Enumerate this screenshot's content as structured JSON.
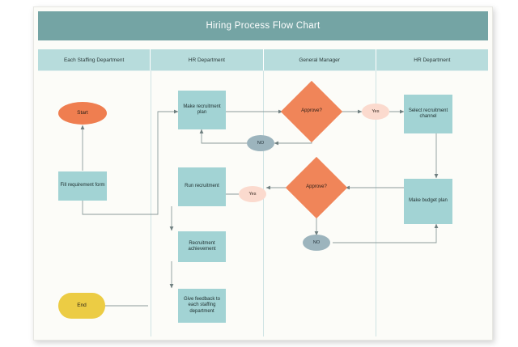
{
  "document": {
    "title": "Hiring Process Flow Chart"
  },
  "colors": {
    "title_bar": "#74a4a4",
    "lane_header": "#b7dcdc",
    "process_fill": "#a2d3d4",
    "decision_fill": "#f08559",
    "start_fill": "#ef7e50",
    "end_fill": "#eccc44",
    "yes_fill": "#fbdace",
    "no_fill": "#9cb4bd",
    "canvas": "#fcfcf8",
    "connector": "#8b9a9a"
  },
  "lanes": [
    {
      "label": "Each Staffing Department"
    },
    {
      "label": "HR Department"
    },
    {
      "label": "General Manager"
    },
    {
      "label": "HR Department"
    }
  ],
  "nodes": {
    "start": {
      "label": "Start",
      "type": "terminator"
    },
    "fill_requirement_form": {
      "label": "Fill requirement form",
      "type": "process"
    },
    "end": {
      "label": "End",
      "type": "terminator"
    },
    "make_recruitment_plan": {
      "label": "Make recruitment plan",
      "type": "process"
    },
    "run_recruitment": {
      "label": "Run recruitment",
      "type": "process"
    },
    "recruitment_achievement": {
      "label": "Recruitment achievement",
      "type": "process"
    },
    "give_feedback": {
      "label": "Give feedback to each staffing department",
      "type": "process"
    },
    "approve_1": {
      "label": "Approve?",
      "type": "decision"
    },
    "approve_2": {
      "label": "Approve?",
      "type": "decision"
    },
    "select_recruitment_channel": {
      "label": "Select recruitment channel",
      "type": "process"
    },
    "make_budget_plan": {
      "label": "Make budget plan",
      "type": "process"
    }
  },
  "edge_labels": {
    "no_1": {
      "label": "NO"
    },
    "yes_1": {
      "label": "Yes"
    },
    "yes_2": {
      "label": "Yes"
    },
    "no_2": {
      "label": "NO"
    }
  },
  "chart_data": {
    "type": "diagram",
    "diagram_kind": "cross-functional-flowchart",
    "title": "Hiring Process Flow Chart",
    "lanes": [
      "Each Staffing Department",
      "HR Department",
      "General Manager",
      "HR Department"
    ],
    "nodes": [
      {
        "id": "start",
        "label": "Start",
        "shape": "oval",
        "lane": "Each Staffing Department"
      },
      {
        "id": "fill_requirement_form",
        "label": "Fill requirement form",
        "shape": "rectangle",
        "lane": "Each Staffing Department"
      },
      {
        "id": "make_recruitment_plan",
        "label": "Make recruitment plan",
        "shape": "rectangle",
        "lane": "HR Department"
      },
      {
        "id": "approve_1",
        "label": "Approve?",
        "shape": "diamond",
        "lane": "General Manager"
      },
      {
        "id": "select_recruitment_channel",
        "label": "Select recruitment channel",
        "shape": "rectangle",
        "lane": "HR Department 2"
      },
      {
        "id": "make_budget_plan",
        "label": "Make budget plan",
        "shape": "rectangle",
        "lane": "HR Department 2"
      },
      {
        "id": "approve_2",
        "label": "Approve?",
        "shape": "diamond",
        "lane": "General Manager"
      },
      {
        "id": "run_recruitment",
        "label": "Run recruitment",
        "shape": "rectangle",
        "lane": "HR Department"
      },
      {
        "id": "recruitment_achievement",
        "label": "Recruitment achievement",
        "shape": "rectangle",
        "lane": "HR Department"
      },
      {
        "id": "give_feedback",
        "label": "Give feedback to each staffing department",
        "shape": "rectangle",
        "lane": "HR Department"
      },
      {
        "id": "end",
        "label": "End",
        "shape": "rounded-rectangle",
        "lane": "Each Staffing Department"
      }
    ],
    "edges": [
      {
        "from": "fill_requirement_form",
        "to": "start",
        "label": ""
      },
      {
        "from": "fill_requirement_form",
        "to": "make_recruitment_plan",
        "label": ""
      },
      {
        "from": "make_recruitment_plan",
        "to": "approve_1",
        "label": ""
      },
      {
        "from": "approve_1",
        "to": "yes_1",
        "label": "Yes"
      },
      {
        "from": "yes_1",
        "to": "select_recruitment_channel",
        "label": ""
      },
      {
        "from": "approve_1",
        "to": "no_1",
        "label": "NO"
      },
      {
        "from": "no_1",
        "to": "make_recruitment_plan",
        "label": ""
      },
      {
        "from": "select_recruitment_channel",
        "to": "make_budget_plan",
        "label": ""
      },
      {
        "from": "make_budget_plan",
        "to": "approve_2",
        "label": ""
      },
      {
        "from": "approve_2",
        "to": "yes_2",
        "label": "Yes"
      },
      {
        "from": "yes_2",
        "to": "run_recruitment",
        "label": ""
      },
      {
        "from": "approve_2",
        "to": "no_2",
        "label": "NO"
      },
      {
        "from": "no_2",
        "to": "make_budget_plan",
        "label": ""
      },
      {
        "from": "run_recruitment",
        "to": "recruitment_achievement",
        "label": ""
      },
      {
        "from": "recruitment_achievement",
        "to": "give_feedback",
        "label": ""
      },
      {
        "from": "give_feedback",
        "to": "end",
        "label": ""
      }
    ]
  }
}
